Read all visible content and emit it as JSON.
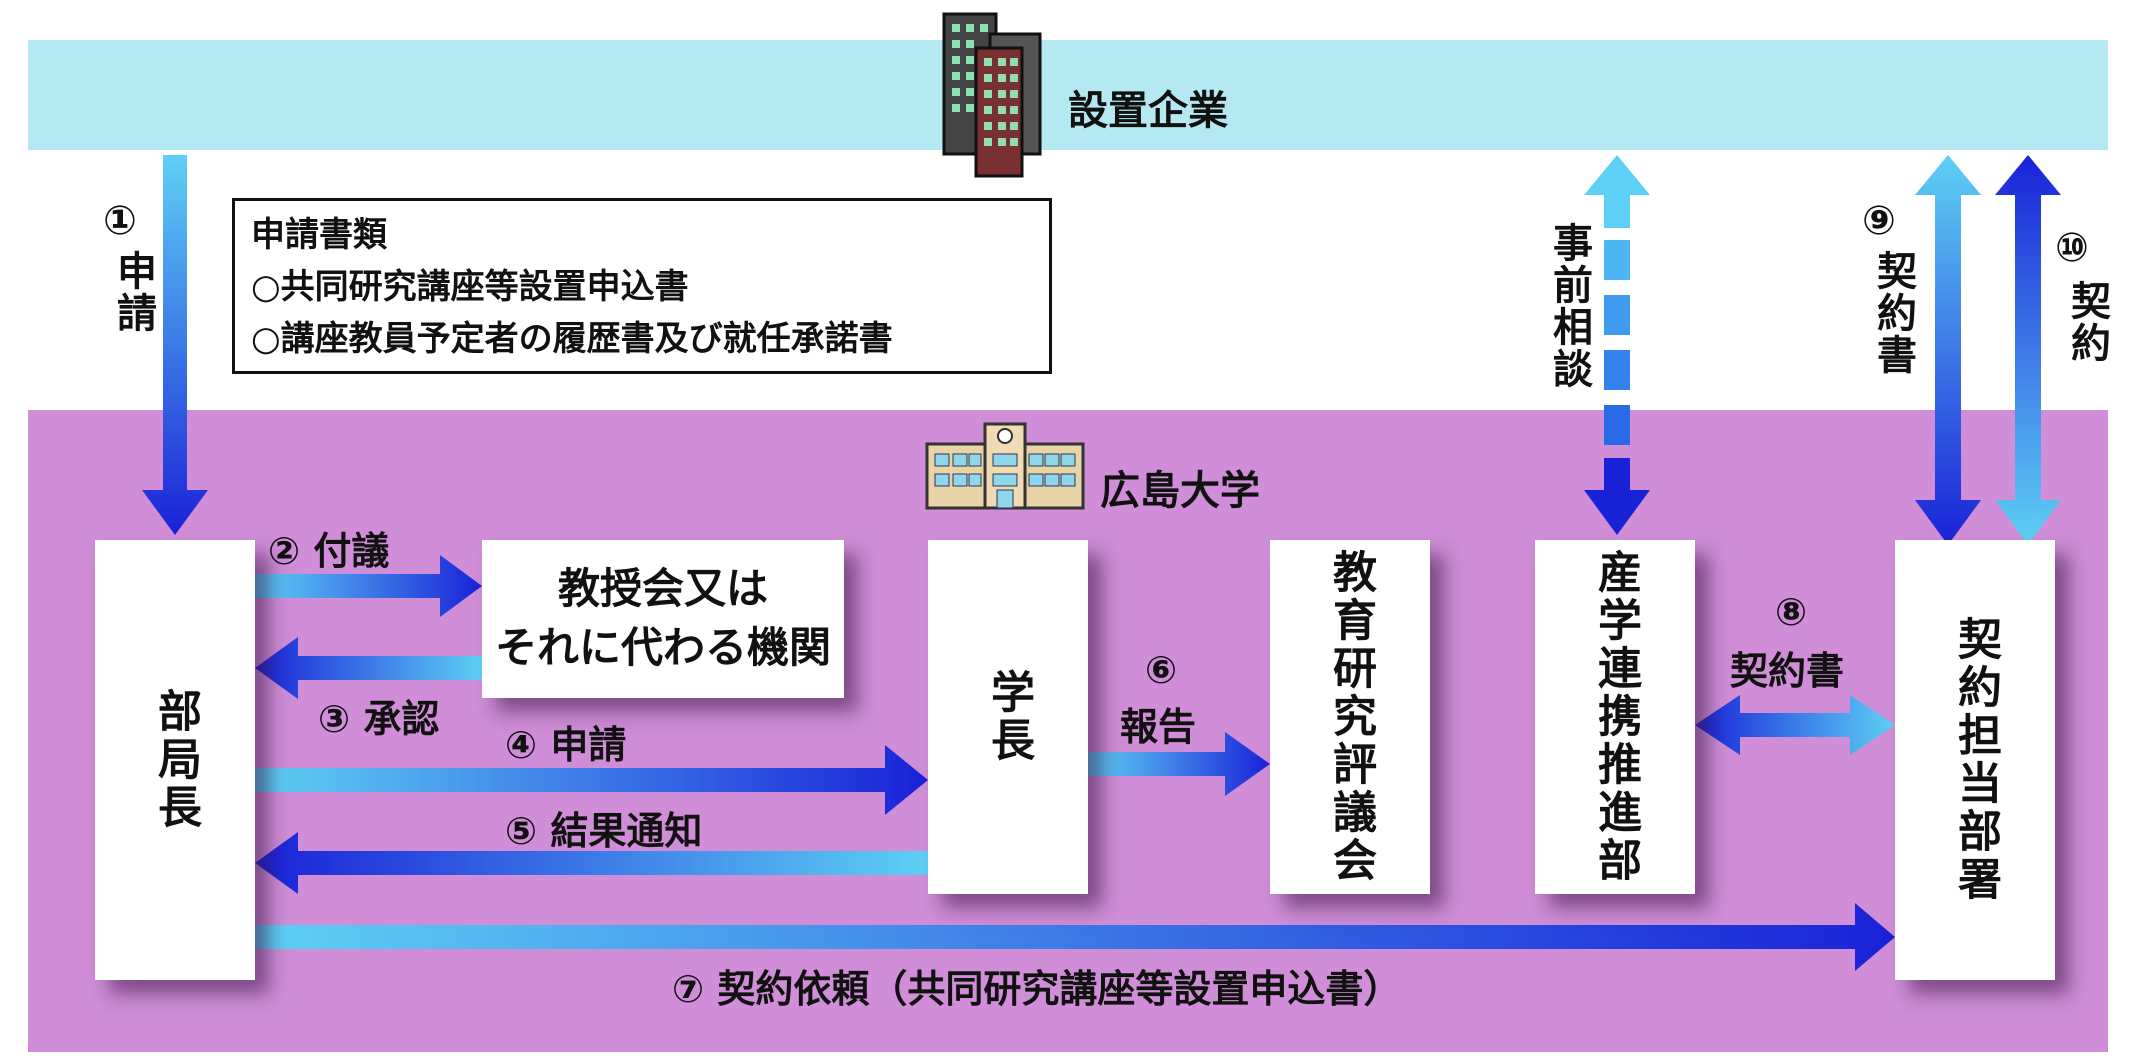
{
  "company": {
    "label": "設置企業",
    "icon": "office-building-icon"
  },
  "university": {
    "label": "広島大学",
    "icon": "university-building-icon"
  },
  "documents": {
    "title": "申請書類",
    "items": [
      "○共同研究講座等設置申込書",
      "○講座教員予定者の履歴書及び就任承諾書"
    ]
  },
  "nodes": {
    "dept_head": "部局長",
    "faculty_council": "教授会又は\nそれに代わる機関",
    "president": "学長",
    "research_council": "教育研究評議会",
    "industry_liaison": "産学連携推進部",
    "contract_dept": "契約担当部署"
  },
  "steps": {
    "s1": {
      "num": "①",
      "text": "申請"
    },
    "s2": "② 付議",
    "s3": "③ 承認",
    "s4": "④ 申請",
    "s5": "⑤ 結果通知",
    "s6": {
      "num": "⑥",
      "text": "報告"
    },
    "s7": "⑦ 契約依頼（共同研究講座等設置申込書）",
    "s8": {
      "num": "⑧",
      "text": "契約書"
    },
    "s9": {
      "num": "⑨",
      "text": "契約書"
    },
    "s10": {
      "num": "⑩",
      "text": "契約"
    },
    "prior": "事前相談"
  },
  "colors": {
    "arrow_light": "#5ed0f5",
    "arrow_dark": "#1a22d8",
    "company_band": "#b4e9f3",
    "univ_band": "#cf8ed7"
  }
}
